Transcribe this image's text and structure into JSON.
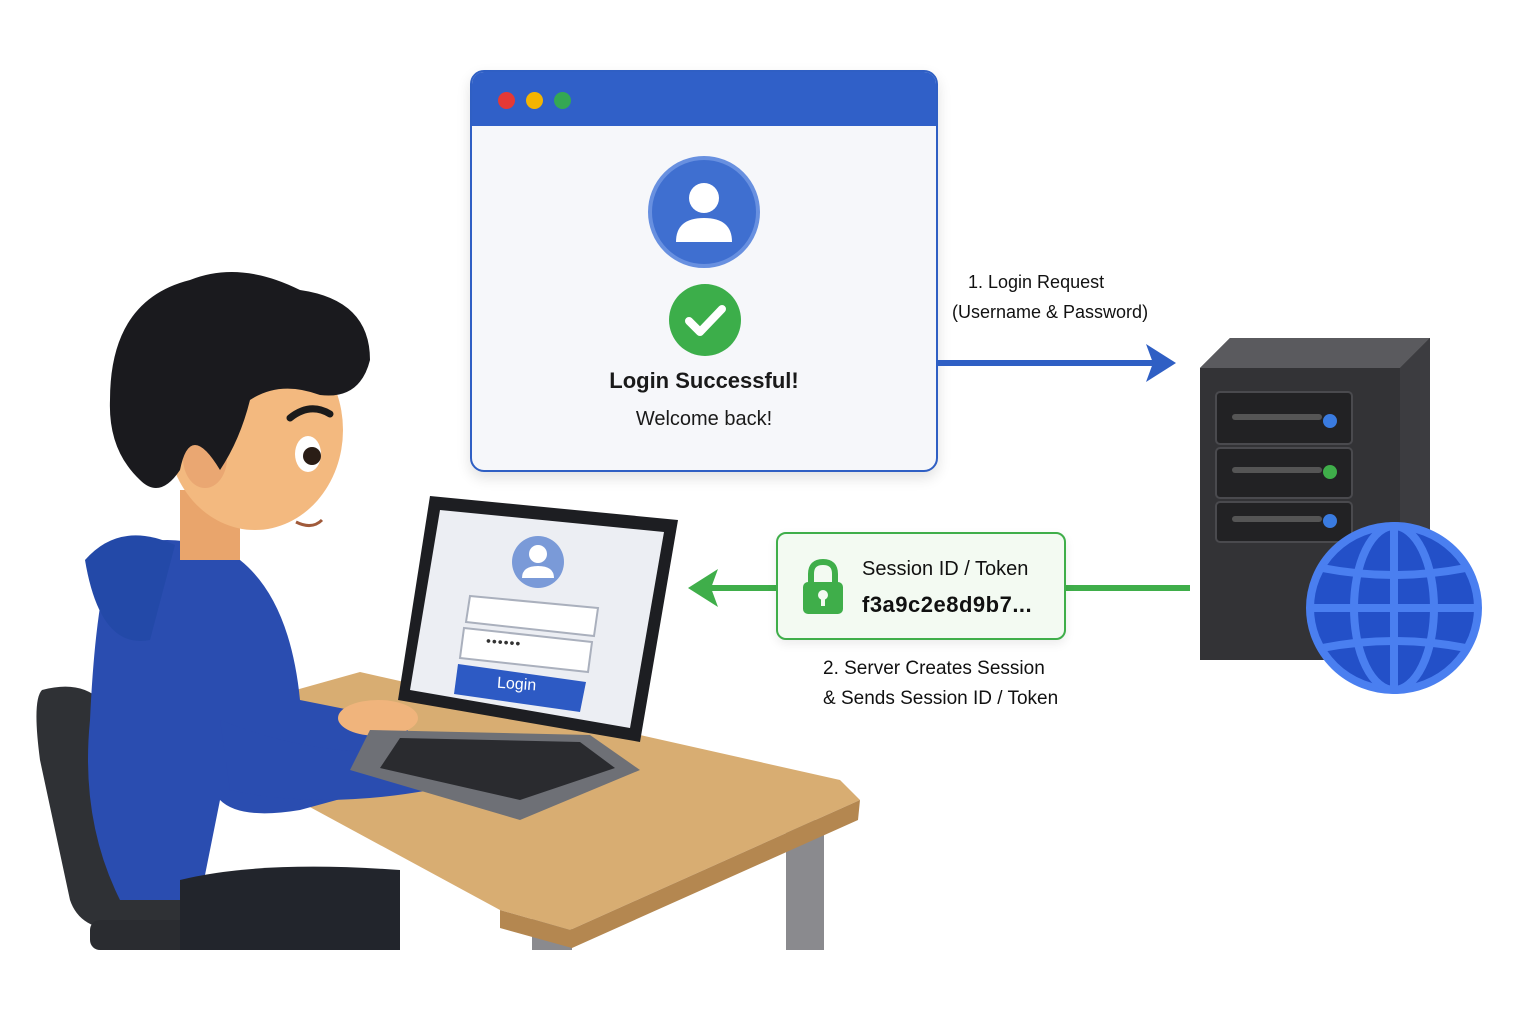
{
  "browser": {
    "title": "Login Successful!",
    "subtitle": "Welcome back!",
    "window_dots": [
      "#e53935",
      "#f4b400",
      "#34a853"
    ],
    "accent": "#3060c8"
  },
  "request": {
    "line1": "1. Login Request",
    "line2": "(Username & Password)",
    "color": "#2f5fc4"
  },
  "response": {
    "line1": "2. Server Creates Session",
    "line2": "& Sends Session ID / Token",
    "color": "#3fae4a"
  },
  "session_card": {
    "title": "Session ID / Token",
    "token": "f3a9c2e8d9b7..."
  },
  "laptop": {
    "login_button": "Login",
    "password_mask": "••••••"
  },
  "icons": [
    "user-avatar-icon",
    "check-circle-icon",
    "padlock-icon",
    "globe-icon",
    "server-tower-icon"
  ]
}
